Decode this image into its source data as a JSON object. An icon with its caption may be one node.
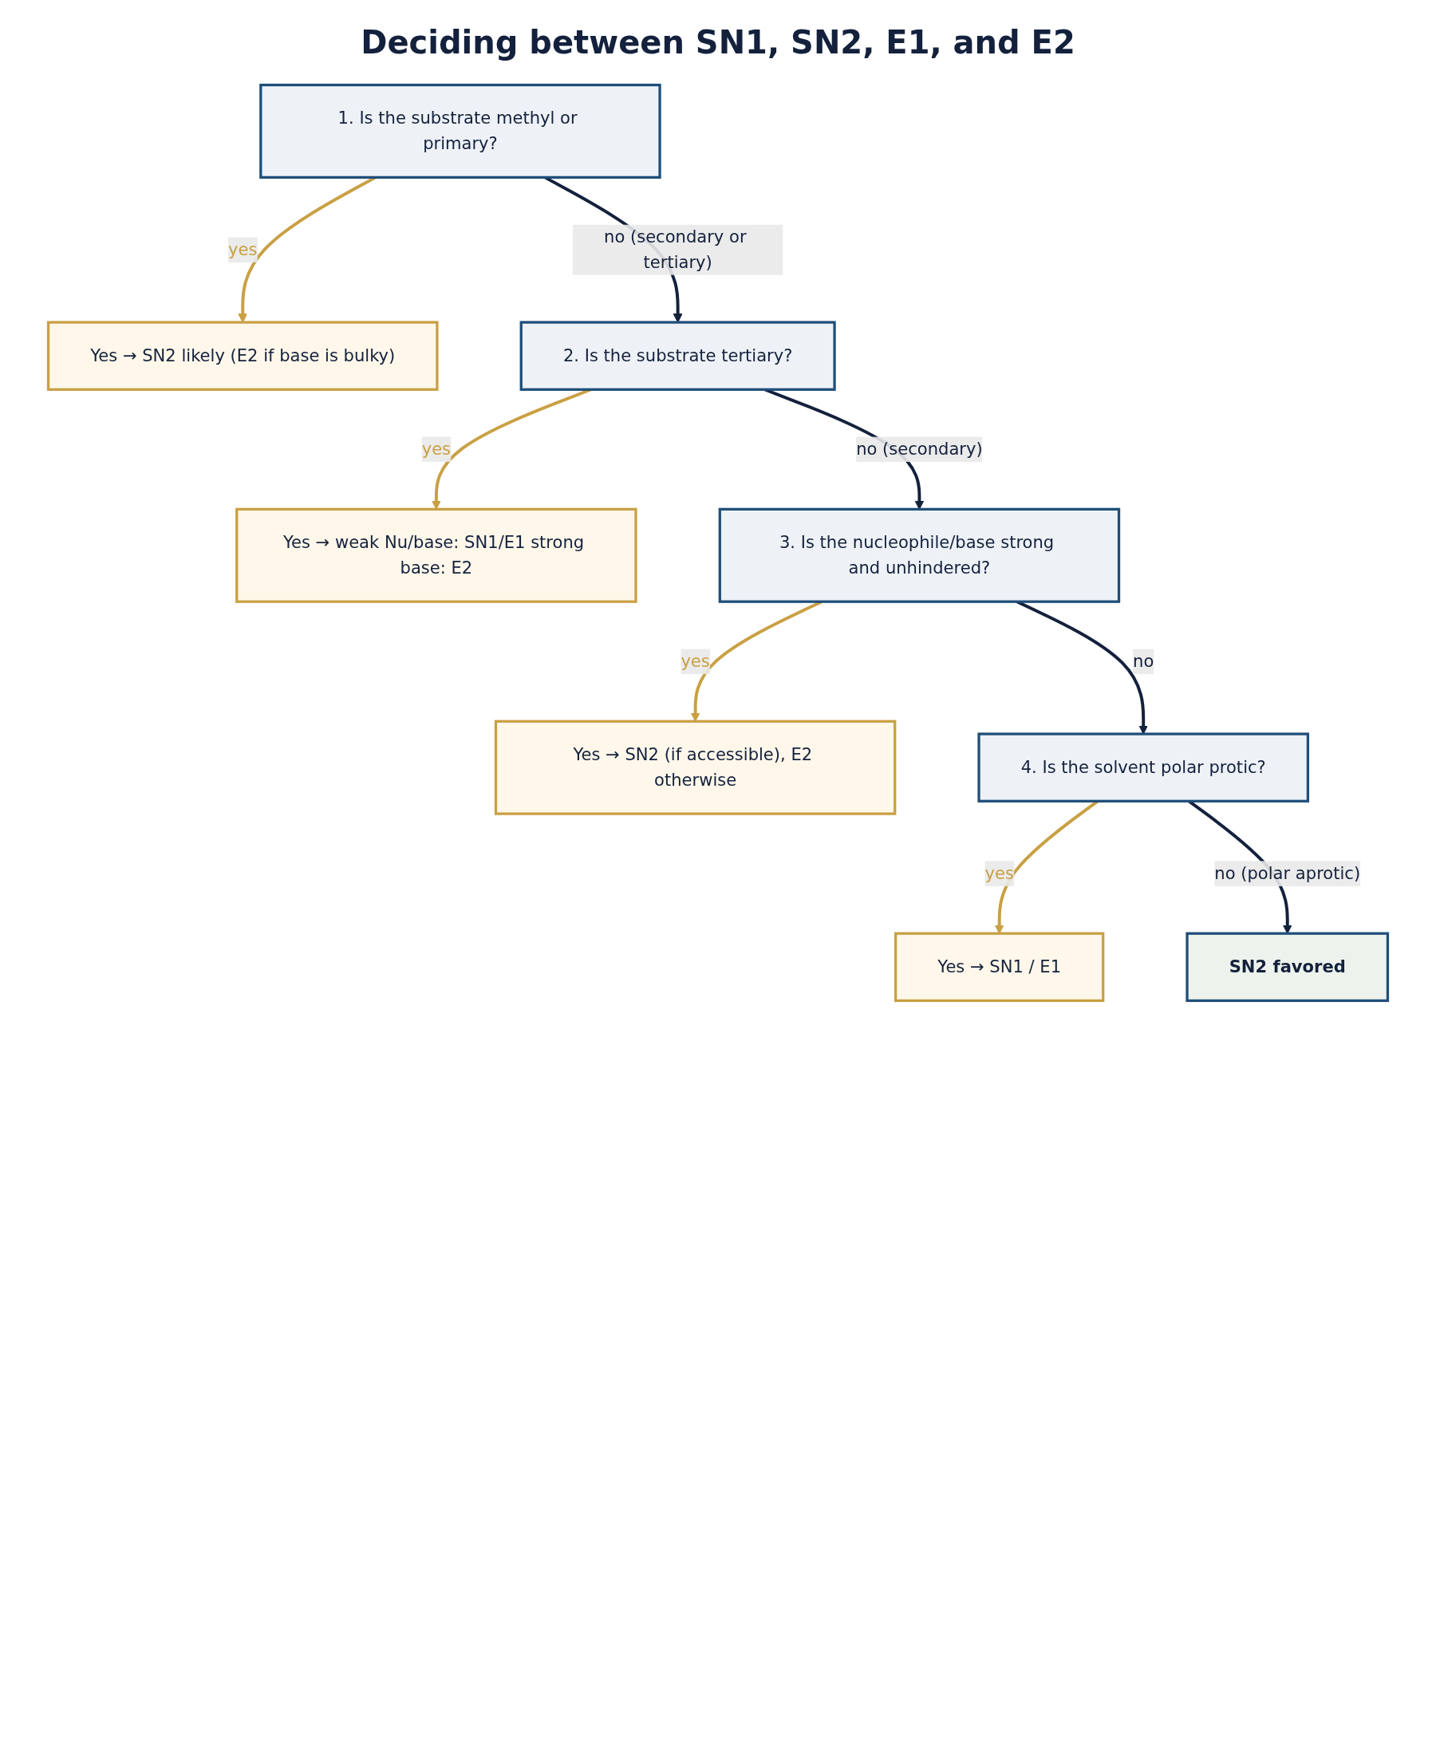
{
  "diagram": {
    "title": "Deciding between SN1, SN2, E1, and E2",
    "nodes": [
      {
        "text": [
          "1. Is the substrate methyl or primary?"
        ]
      },
      {
        "text": [
          "Yes → SN2 likely (E2 if base is bulky)"
        ]
      },
      {
        "text": [
          "2. Is the substrate tertiary?"
        ]
      },
      {
        "text": [
          "Yes → weak Nu/base: SN1/E1 strong base: E2"
        ]
      },
      {
        "text": [
          "3. Is the nucleophile/base strong and unhindered?"
        ]
      },
      {
        "text": [
          "Yes → SN2 (if accessible), E2 otherwise"
        ]
      },
      {
        "text": [
          "4. Is the solvent polar protic?"
        ]
      },
      {
        "text": [
          "Yes → SN1 / E1"
        ]
      },
      {
        "text": [
          "SN2 favored"
        ]
      }
    ],
    "edges": [
      {
        "from": 0,
        "to": 1,
        "arrow": "to",
        "label": "yes",
        "color": "#c9a043"
      },
      {
        "from": 0,
        "to": 2,
        "arrow": "to",
        "label": "no (secondary or tertiary)",
        "color": "#14213d"
      },
      {
        "from": 2,
        "to": 3,
        "arrow": "to",
        "label": "yes",
        "color": "#c9a043"
      },
      {
        "from": 2,
        "to": 4,
        "arrow": "to",
        "label": "no (secondary)",
        "color": "#14213d"
      },
      {
        "from": 4,
        "to": 5,
        "arrow": "to",
        "label": "yes",
        "color": "#c9a043"
      },
      {
        "from": 4,
        "to": 6,
        "arrow": "to",
        "label": "no",
        "color": "#14213d"
      },
      {
        "from": 6,
        "to": 7,
        "arrow": "to",
        "label": "yes",
        "color": "#c9a043"
      },
      {
        "from": 6,
        "to": 8,
        "arrow": "to",
        "label": "no (polar aprotic)",
        "color": "#14213d"
      }
    ]
  }
}
